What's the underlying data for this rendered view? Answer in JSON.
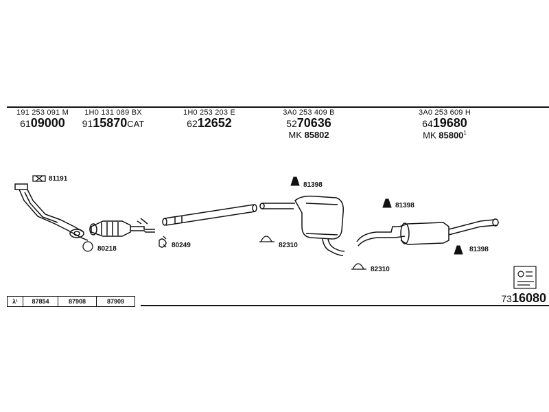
{
  "parts": [
    {
      "oem": "191 253 091 M",
      "ref_prefix": "61",
      "ref_main": "09000",
      "ref_suffix": "",
      "kit": "",
      "kit_num": "",
      "kit_sup": ""
    },
    {
      "oem": "1H0 131 089 BX",
      "ref_prefix": "91",
      "ref_main": "15870",
      "ref_suffix": "CAT",
      "kit": "",
      "kit_num": "",
      "kit_sup": ""
    },
    {
      "oem": "1H0 253 203 E",
      "ref_prefix": "62",
      "ref_main": "12652",
      "ref_suffix": "",
      "kit": "",
      "kit_num": "",
      "kit_sup": ""
    },
    {
      "oem": "3A0 253 409 B",
      "ref_prefix": "52",
      "ref_main": "70636",
      "ref_suffix": "",
      "kit": "MK",
      "kit_num": "85802",
      "kit_sup": ""
    },
    {
      "oem": "3A0 253 609 H",
      "ref_prefix": "64",
      "ref_main": "19680",
      "ref_suffix": "",
      "kit": "MK",
      "kit_num": "85800",
      "kit_sup": "1"
    }
  ],
  "accessories": [
    "81191",
    "80218",
    "80249",
    "81398",
    "82310",
    "82310",
    "81398",
    "81398"
  ],
  "lambda_row": {
    "symbol": "λ¹",
    "codes": [
      "87854",
      "87908",
      "87909"
    ]
  },
  "kit_ref": {
    "prefix": "73",
    "main": "16080"
  }
}
